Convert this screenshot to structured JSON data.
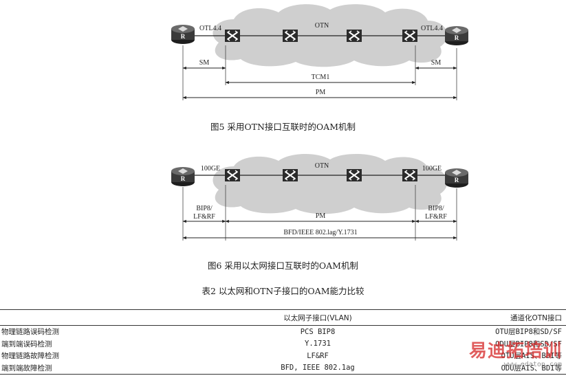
{
  "figure5": {
    "cloud_label": "OTN",
    "left_link_label": "OTL4.4",
    "right_link_label": "OTL4.4",
    "router_label": "R",
    "segments": {
      "left": "SM",
      "middle": "TCM1",
      "right": "SM",
      "full": "PM"
    },
    "caption": "图5  采用OTN接口互联时的OAM机制"
  },
  "figure6": {
    "cloud_label": "OTN",
    "left_link_label": "100GE",
    "right_link_label": "100GE",
    "router_label": "R",
    "segments": {
      "left_line1": "BIP8/",
      "left_line2": "LF&RF",
      "middle": "PM",
      "right_line1": "BIP8/",
      "right_line2": "LF&RF",
      "full": "BFD/IEEE 802.lag/Y.1731"
    },
    "caption": "图6  采用以太网接口互联时的OAM机制"
  },
  "table": {
    "caption": "表2  以太网和OTN子接口的OAM能力比较",
    "headers": [
      "",
      "以太网子接口(VLAN)",
      "通道化OTN接口"
    ],
    "rows": [
      [
        "物理链路误码检测",
        "PCS BIP8",
        "OTU层BIP8和SD/SF"
      ],
      [
        "端到端误码检测",
        "Y.1731",
        "ODU层BIP8和SD/SF"
      ],
      [
        "物理链路故障检测",
        "LF&RF",
        "OTU层AIS、BDI等"
      ],
      [
        "端到端故障检测",
        "BFD, IEEE 802.1ag",
        "ODU层AIS、BDI等"
      ]
    ]
  },
  "watermark": {
    "main": "易迪拓培训",
    "sub": "www.edatop.com"
  },
  "colors": {
    "cloud": "#cfcfcf",
    "router": "#3a3a3a",
    "watermark": "#d62828"
  }
}
